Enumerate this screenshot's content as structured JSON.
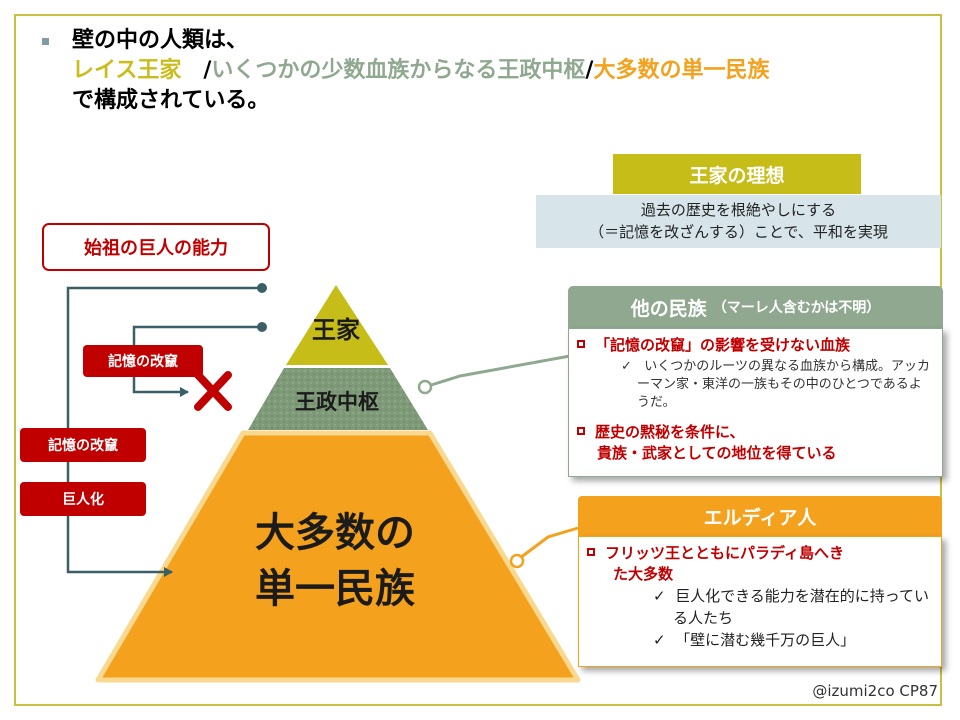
{
  "headline": {
    "line1": "壁の中の人類は、",
    "royal": "レイス王家",
    "sep1": "　/",
    "gov": "いくつかの少数血族からなる王政中枢",
    "sep2": "/",
    "majority": "大多数の単一民族",
    "line3": "で構成されている。"
  },
  "ideal": {
    "title": "王家の理想",
    "line1": "過去の歴史を根絶やしにする",
    "line2": "（＝記憶を改ざんする）ことで、平和を実現"
  },
  "ability": {
    "title": "始祖の巨人の能力",
    "memory_edit_1": "記憶の改竄",
    "memory_edit_2": "記憶の改竄",
    "titanize": "巨人化",
    "blocked_icon": "x-mark-icon"
  },
  "pyramid": {
    "top": "王家",
    "middle": "王政中枢",
    "bottom_line1": "大多数の",
    "bottom_line2": "単一民族"
  },
  "other_clans": {
    "title": "他の民族",
    "note": "（マーレ人含むかは不明）",
    "item1": "「記憶の改竄」の影響を受けない血族",
    "item1_sub": "いくつかのルーツの異なる血族から構成。アッカーマン家・東洋の一族もその中のひとつであるようだ。",
    "item2_line1": "歴史の黙秘を条件に、",
    "item2_line2": "貴族・武家としての地位を得ている"
  },
  "eldian": {
    "title": "エルディア人",
    "item1_line1": "フリッツ王とともにパラディ島へき",
    "item1_line2": "た大多数",
    "sub1": "巨人化できる能力を潜在的に持っている人たち",
    "sub2": "「壁に潜む幾千万の巨人」"
  },
  "credit": "@izumi2co CP87",
  "colors": {
    "royal": "#c9bd1c",
    "government": "#8fa88f",
    "majority": "#f4a11d",
    "alert": "#c00000",
    "ideal_bg": "#d7e5eb"
  }
}
